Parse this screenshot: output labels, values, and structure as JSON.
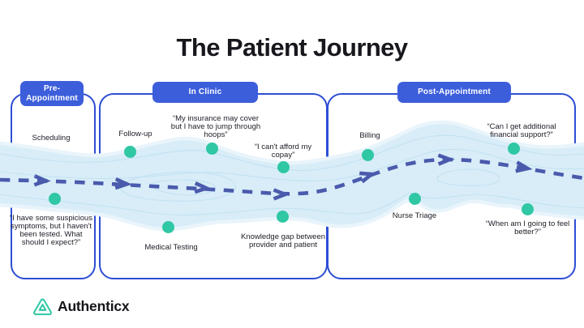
{
  "title": "The Patient Journey",
  "stages": [
    {
      "label": "Pre-Appointment"
    },
    {
      "label": "In Clinic"
    },
    {
      "label": "Post-Appointment"
    }
  ],
  "touchpoints": {
    "scheduling": "Scheduling",
    "pre_quote": "“I have some suspicious symptoms, but I haven't been tested.  What should I expect?”",
    "follow_up": "Follow-up",
    "insurance_quote": "“My insurance may cover but I have to jump through hoops”",
    "copay_quote": "“I can't afford my copay”",
    "medical_testing": "Medical Testing",
    "knowledge_gap": "Knowledge gap between provider and patient",
    "billing": "Billing",
    "financial_quote": "“Can I get additional financial support?”",
    "nurse_triage": "Nurse Triage",
    "feel_better_quote": "“When am I going to feel better?”"
  },
  "logo": {
    "text": "Authenticx",
    "icon": "authenticx-triangle-icon"
  },
  "colors": {
    "stage_pill_blue": "#3c5edb",
    "card_border_blue": "#2c4ed4",
    "journey_path_blue": "#4a5aac",
    "river_light_blue": "#d8edf8",
    "touchpoint_teal": "#2fc7a4",
    "title_black": "#17171d"
  }
}
